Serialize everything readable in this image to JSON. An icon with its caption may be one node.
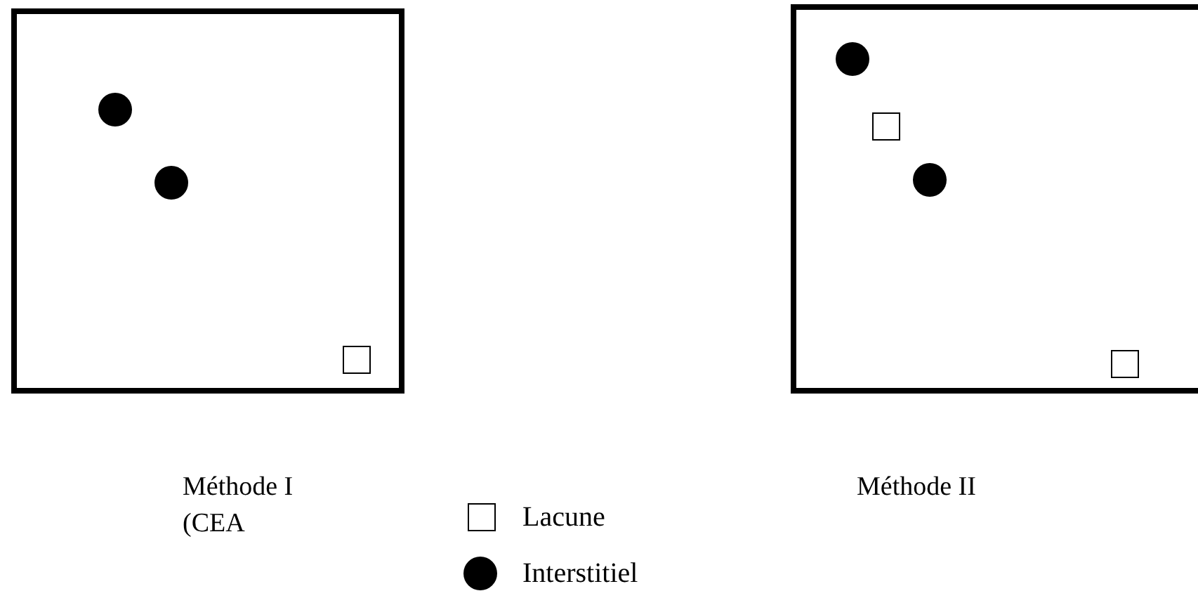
{
  "diagram": {
    "nodes": [
      {
        "text": [],
        "shape": "box",
        "beside": [
          "Méthode I (CEA"
        ]
      },
      {
        "text": [],
        "shape": "box",
        "beside": [
          "Méthode II"
        ]
      }
    ],
    "legend": [
      {
        "text": "Lacune"
      },
      {
        "text": "Interstitiel"
      }
    ]
  }
}
